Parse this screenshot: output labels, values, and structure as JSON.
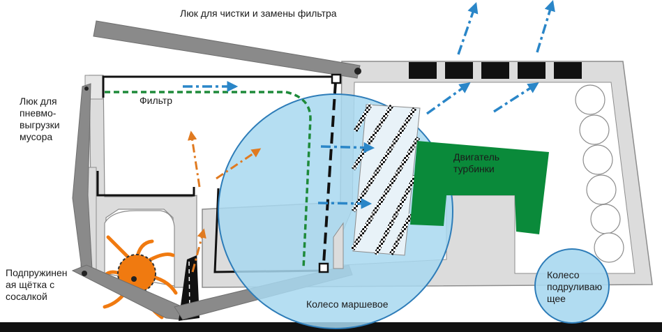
{
  "labels": {
    "hatch_filter": "Люк для чистки и замены фильтра",
    "hatch_pneumo": "Люк для\nпневмо-\nвыгрузки\nмусора",
    "filter": "Фильтр",
    "engine": "Двигатель\nтурбинки",
    "drive_wheel": "Колесо маршевое",
    "steer_wheel": "Колесо\nподруливаю\nщее",
    "brush": "Подпружинен\nая щётка с\nсосалкой"
  },
  "colors": {
    "housing": "#dcdcdc",
    "outline": "#8c8c8c",
    "lever": "#8a8a8a",
    "wheel_fill": "#a8d8f0",
    "wheel_stroke": "#2d7cb8",
    "engine": "#0a8a3a",
    "filter_line": "#1e8a3a",
    "airflow": "#2a86c8",
    "intake_arrows": "#e07a20",
    "brush": "#f07a10",
    "floor": "#111111"
  }
}
